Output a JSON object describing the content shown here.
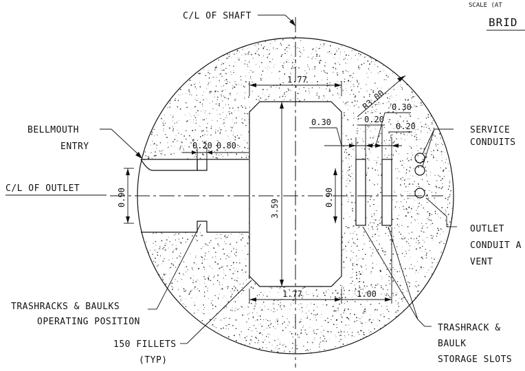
{
  "header": {
    "scale_note": "SCALE (AT",
    "title": "BRID"
  },
  "labels": {
    "cl_shaft": "C/L OF SHAFT",
    "bellmouth_1": "BELLMOUTH",
    "bellmouth_2": "ENTRY",
    "cl_outlet": "C/L OF OUTLET",
    "service_1": "SERVICE",
    "service_2": "CONDUITS",
    "outlet_1": "OUTLET",
    "outlet_2": "CONDUIT A",
    "outlet_3": "VENT",
    "trash_op_1": "TRASHRACKS & BAULKS",
    "trash_op_2": "OPERATING POSITION",
    "fillets_1": "150 FILLETS",
    "fillets_2": "(TYP)",
    "storage_1": "TRASHRACK &",
    "storage_2": "BAULK",
    "storage_3": "STORAGE SLOTS"
  },
  "dimensions": {
    "top_width": "1.77",
    "bottom_width": "1.77",
    "height": "3.59",
    "radius": "R3.00",
    "slot_a": "0.20",
    "slot_b": "0.80",
    "left_opening": "0.90",
    "right_opening": "0.90",
    "gap_1": "0.30",
    "gap_2": "0.30",
    "slot_w1": "0.20",
    "slot_w2": "0.20",
    "bottom_right": "1.00"
  }
}
